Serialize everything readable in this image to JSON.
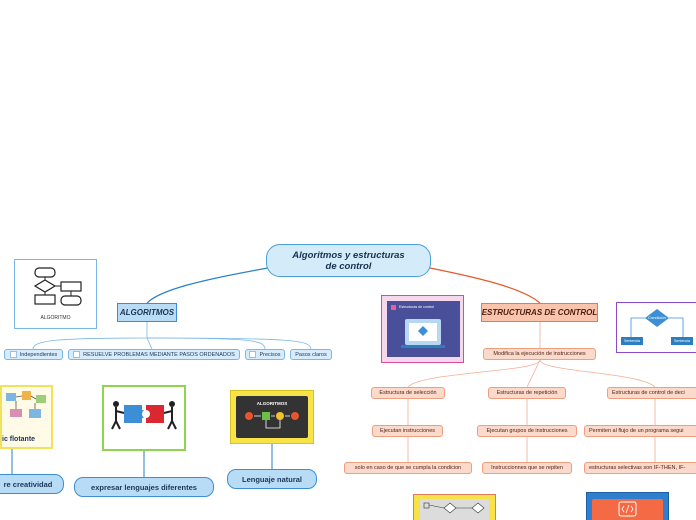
{
  "root": {
    "label_line1": "Algoritmos y estructuras",
    "label_line2": "de control"
  },
  "left_branch": {
    "title": "ALGORITMOS",
    "image_caption": "ALGORITMO",
    "items": [
      {
        "label": "Independientes"
      },
      {
        "label": "RESUELVE PROBLEMAS MEDIANTE PASOS ORDENADOS"
      },
      {
        "label": "Precisos"
      },
      {
        "label": "Pasos claros"
      }
    ],
    "lower": {
      "flowchart_caption": "ic flotante",
      "leaves": [
        {
          "label": "re creatividad"
        },
        {
          "label": "expresar lenguajes diferentes"
        },
        {
          "label": "Lenguaje natural"
        }
      ],
      "algo_card_title": "ALGORITMOS"
    }
  },
  "right_branch": {
    "title": "ESTRUCTURAS DE CONTROL",
    "book_title": "Estructuras de control",
    "flow_labels": {
      "decision": "Condición",
      "left": "Sentencia",
      "right": "Sentencia"
    },
    "modifies": "Modifica la ejecución de instrucciones",
    "columns": [
      {
        "head": "Estructura de selección",
        "mid": "Ejecutan instrucciones",
        "foot": "solo en caso de que se cumpla la condicion"
      },
      {
        "head": "Estructuras de repetición",
        "mid": "Ejecutan grupos de instrucciones",
        "foot": "Instruccionnes que se repiten"
      },
      {
        "head": "Estructuras de control de deci",
        "mid": "Permiten al flujo de un programa segui",
        "foot": "estructuras selectivas son IF-THEN, IF-"
      }
    ]
  },
  "colors": {
    "blue_line": "#2b7fc1",
    "orange_line": "#e5582b",
    "blue_node": "#b9dcf6",
    "orange_node": "#f9c3ac"
  }
}
